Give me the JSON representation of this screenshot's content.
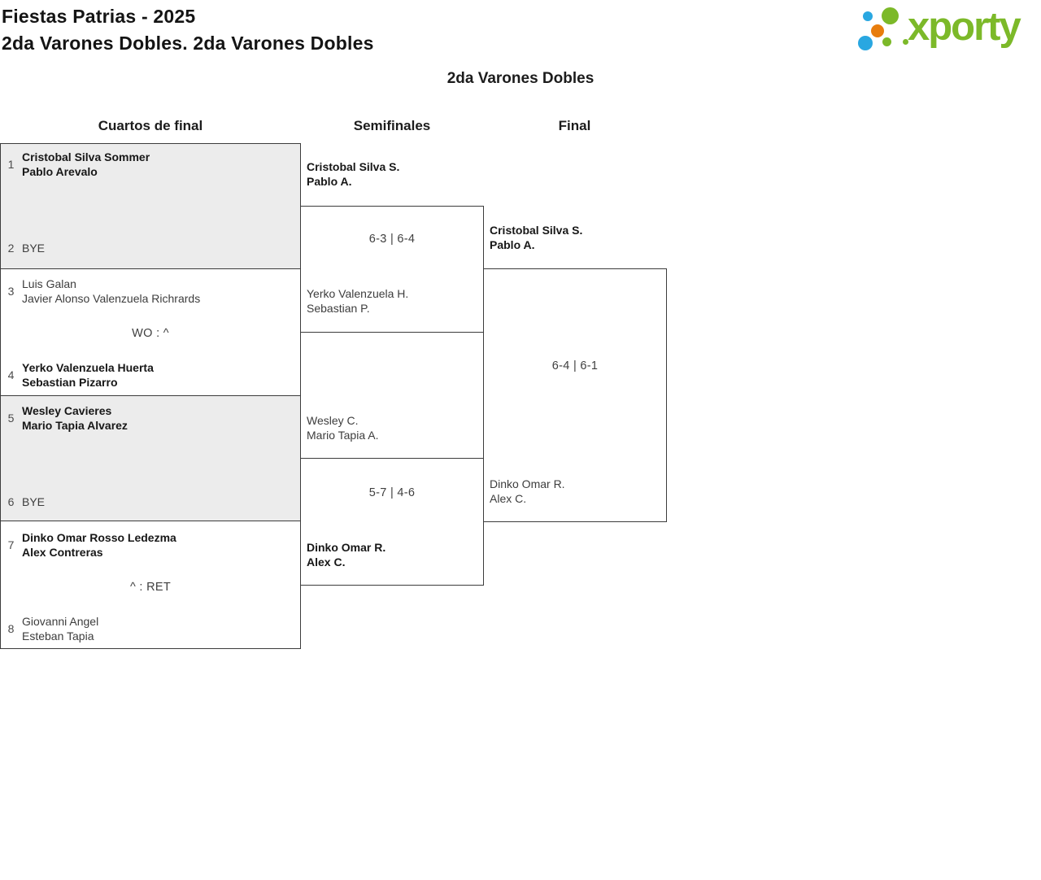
{
  "header": {
    "title_line1": "Fiestas Patrias - 2025",
    "title_line2": "2da Varones Dobles. 2da Varones Dobles"
  },
  "logo": {
    "text": "xporty"
  },
  "colors": {
    "logo_green": "#7cb929",
    "logo_blue": "#29a7e1",
    "logo_orange": "#e87d0d",
    "box_fill_gray": "#ececec",
    "box_border": "#3c3c3c"
  },
  "bracket": {
    "title": "2da Varones Dobles",
    "rounds": [
      {
        "label": "Cuartos de final"
      },
      {
        "label": "Semifinales"
      },
      {
        "label": "Final"
      }
    ],
    "quarterfinals": [
      {
        "top": {
          "seed": "1",
          "line1": "Cristobal Silva Sommer",
          "line2": "Pablo Arevalo",
          "winner": true
        },
        "bottom": {
          "seed": "2",
          "line1": "BYE",
          "line2": "",
          "winner": false
        },
        "score": ""
      },
      {
        "top": {
          "seed": "3",
          "line1": "Luis Galan",
          "line2": "Javier Alonso Valenzuela Richrards",
          "winner": false
        },
        "bottom": {
          "seed": "4",
          "line1": "Yerko Valenzuela Huerta",
          "line2": "Sebastian Pizarro",
          "winner": true
        },
        "score": "WO : ^"
      },
      {
        "top": {
          "seed": "5",
          "line1": "Wesley Cavieres",
          "line2": "Mario Tapia Alvarez",
          "winner": true
        },
        "bottom": {
          "seed": "6",
          "line1": "BYE",
          "line2": "",
          "winner": false
        },
        "score": ""
      },
      {
        "top": {
          "seed": "7",
          "line1": "Dinko Omar Rosso Ledezma",
          "line2": "Alex Contreras",
          "winner": true
        },
        "bottom": {
          "seed": "8",
          "line1": "Giovanni Angel",
          "line2": "Esteban Tapia",
          "winner": false
        },
        "score": "^ : RET"
      }
    ],
    "semifinals": [
      {
        "top": {
          "line1": "Cristobal Silva S.",
          "line2": "Pablo A.",
          "winner": true
        },
        "bottom": {
          "line1": "Yerko Valenzuela H.",
          "line2": "Sebastian P.",
          "winner": false
        },
        "score": "6-3 | 6-4"
      },
      {
        "top": {
          "line1": "Wesley C.",
          "line2": "Mario Tapia A.",
          "winner": false
        },
        "bottom": {
          "line1": "Dinko Omar R.",
          "line2": "Alex C.",
          "winner": true
        },
        "score": "5-7 | 4-6"
      }
    ],
    "final": {
      "top": {
        "line1": "Cristobal Silva S.",
        "line2": "Pablo A.",
        "winner": true
      },
      "bottom": {
        "line1": "Dinko Omar R.",
        "line2": "Alex C.",
        "winner": false
      },
      "score": "6-4 | 6-1"
    }
  }
}
